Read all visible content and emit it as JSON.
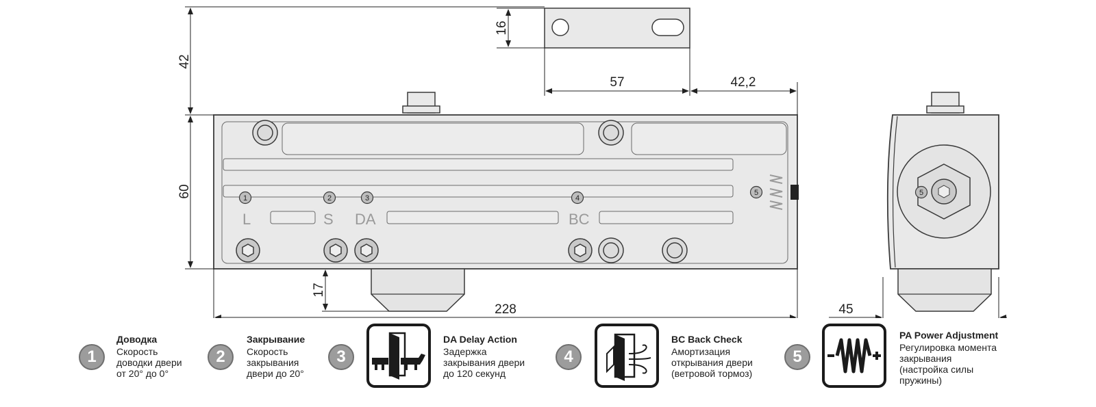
{
  "dimensions": {
    "bracket_offset": "42",
    "bracket_height": "16",
    "bracket_length": "57",
    "bracket_to_end": "42,2",
    "body_height": "60",
    "arm_drop": "17",
    "body_length": "228",
    "body_depth": "45"
  },
  "panel_letters": [
    "L",
    "S",
    "DA",
    "BC"
  ],
  "markers": [
    "1",
    "2",
    "3",
    "4",
    "5"
  ],
  "legend": [
    {
      "number": "1",
      "title": "Доводка",
      "lines": [
        "Скорость",
        "доводки двери",
        "от 20° до 0°"
      ],
      "icon": ""
    },
    {
      "number": "2",
      "title": "Закрывание",
      "lines": [
        "Скорость",
        "закрывания",
        "двери до 20°"
      ],
      "icon": ""
    },
    {
      "number": "3",
      "title": "DA Delay Action",
      "lines": [
        "Задержка",
        "закрывания двери",
        "до 120 секунд"
      ],
      "icon": "dog-door-delay-icon"
    },
    {
      "number": "4",
      "title": "BC Back Check",
      "lines": [
        "Амортизация",
        "открывания двери",
        "(ветровой тормоз)"
      ],
      "icon": "wind-door-icon"
    },
    {
      "number": "5",
      "title": "PA Power Adjustment",
      "lines": [
        "Регулировка момента",
        "закрывания",
        "(настройка силы",
        "пружины)"
      ],
      "icon": "spring-adjust-icon"
    }
  ],
  "colors": {
    "body_fill": "#e9e9e9",
    "outline": "#3a3a3a",
    "badge": "#9c9c9c",
    "icon_frame": "#1b1b1b"
  }
}
